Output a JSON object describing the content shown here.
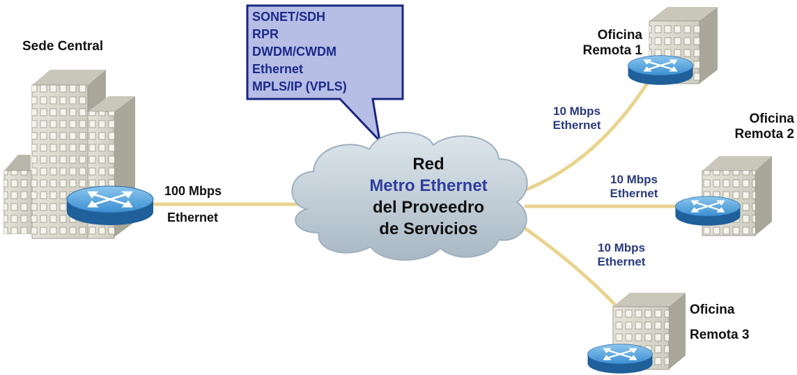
{
  "callout": {
    "lines": [
      "SONET/SDH",
      "RPR",
      "DWDM/CWDM",
      "Ethernet",
      "MPLS/IP (VPLS)"
    ]
  },
  "cloud": {
    "line1": "Red",
    "line2": "Metro Ethernet",
    "line3": "del Proveedro",
    "line4": "de Servicios"
  },
  "sites": {
    "hq": {
      "label": "Sede Central"
    },
    "remote1": {
      "line1": "Oficina",
      "line2": "Remota 1"
    },
    "remote2": {
      "line1": "Oficina",
      "line2": "Remota 2"
    },
    "remote3": {
      "line1": "Oficina",
      "line2": "Remota  3"
    }
  },
  "links": {
    "hq": {
      "speed": "100 Mbps",
      "tech": "Ethernet"
    },
    "remote1": {
      "speed": "10 Mbps",
      "tech": "Ethernet"
    },
    "remote2": {
      "speed": "10 Mbps",
      "tech": "Ethernet"
    },
    "remote3": {
      "speed": "10 Mbps",
      "tech": "Ethernet"
    }
  },
  "colors": {
    "link": "#e8d490",
    "cloud": "#c7d3dd",
    "callout_fill": "#b6bee6",
    "callout_border": "#1a2580",
    "router": "#3a8fd0",
    "building": "#d5d3c6"
  },
  "icons": [
    "building-icon",
    "router-icon",
    "cloud-icon"
  ]
}
